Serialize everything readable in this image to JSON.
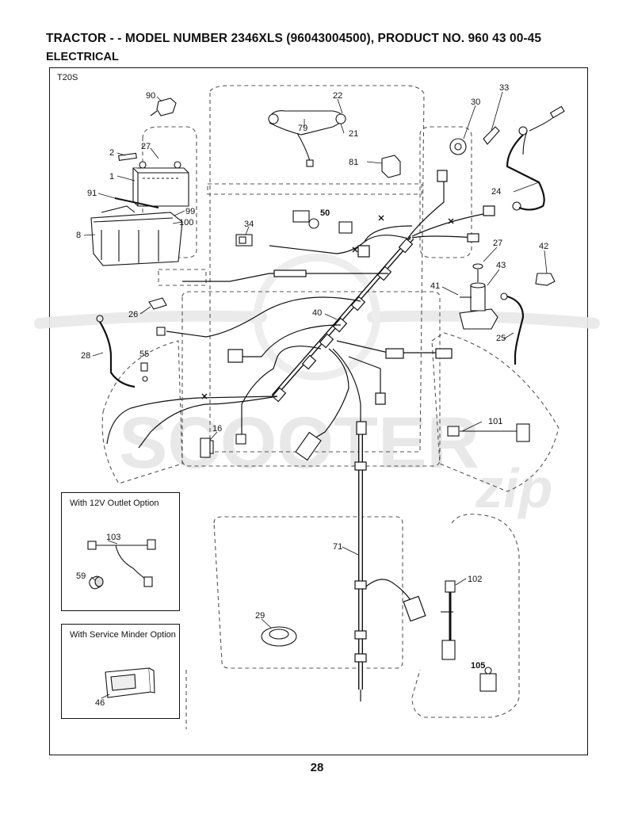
{
  "header": {
    "title": "TRACTOR - - MODEL NUMBER 2346XLS (96043004500), PRODUCT NO. 960 43 00-45",
    "subtitle": "ELECTRICAL"
  },
  "diagram_code": "T20S",
  "insets": {
    "outlet": {
      "title": "With 12V Outlet Option"
    },
    "minder": {
      "title": "With Service Minder Option"
    }
  },
  "part_labels": {
    "p90": "90",
    "p22": "22",
    "p79": "79",
    "p21": "21",
    "p33": "33",
    "p30": "30",
    "p2": "2",
    "p27a": "27",
    "p1": "1",
    "p81": "81",
    "p91": "91",
    "p24": "24",
    "p99": "99",
    "p100": "100",
    "p8": "8",
    "p34": "34",
    "p50": "50",
    "p27b": "27",
    "p42": "42",
    "p43": "43",
    "p41": "41",
    "p40": "40",
    "p26": "26",
    "p25": "25",
    "p28": "28",
    "p55": "55",
    "p16": "16",
    "p101": "101",
    "p103": "103",
    "p59": "59",
    "p71": "71",
    "p102": "102",
    "p29": "29",
    "p105": "105",
    "p46": "46"
  },
  "watermark": {
    "text1": "SCOOTER",
    "text2": "zip"
  },
  "page_number": "28"
}
